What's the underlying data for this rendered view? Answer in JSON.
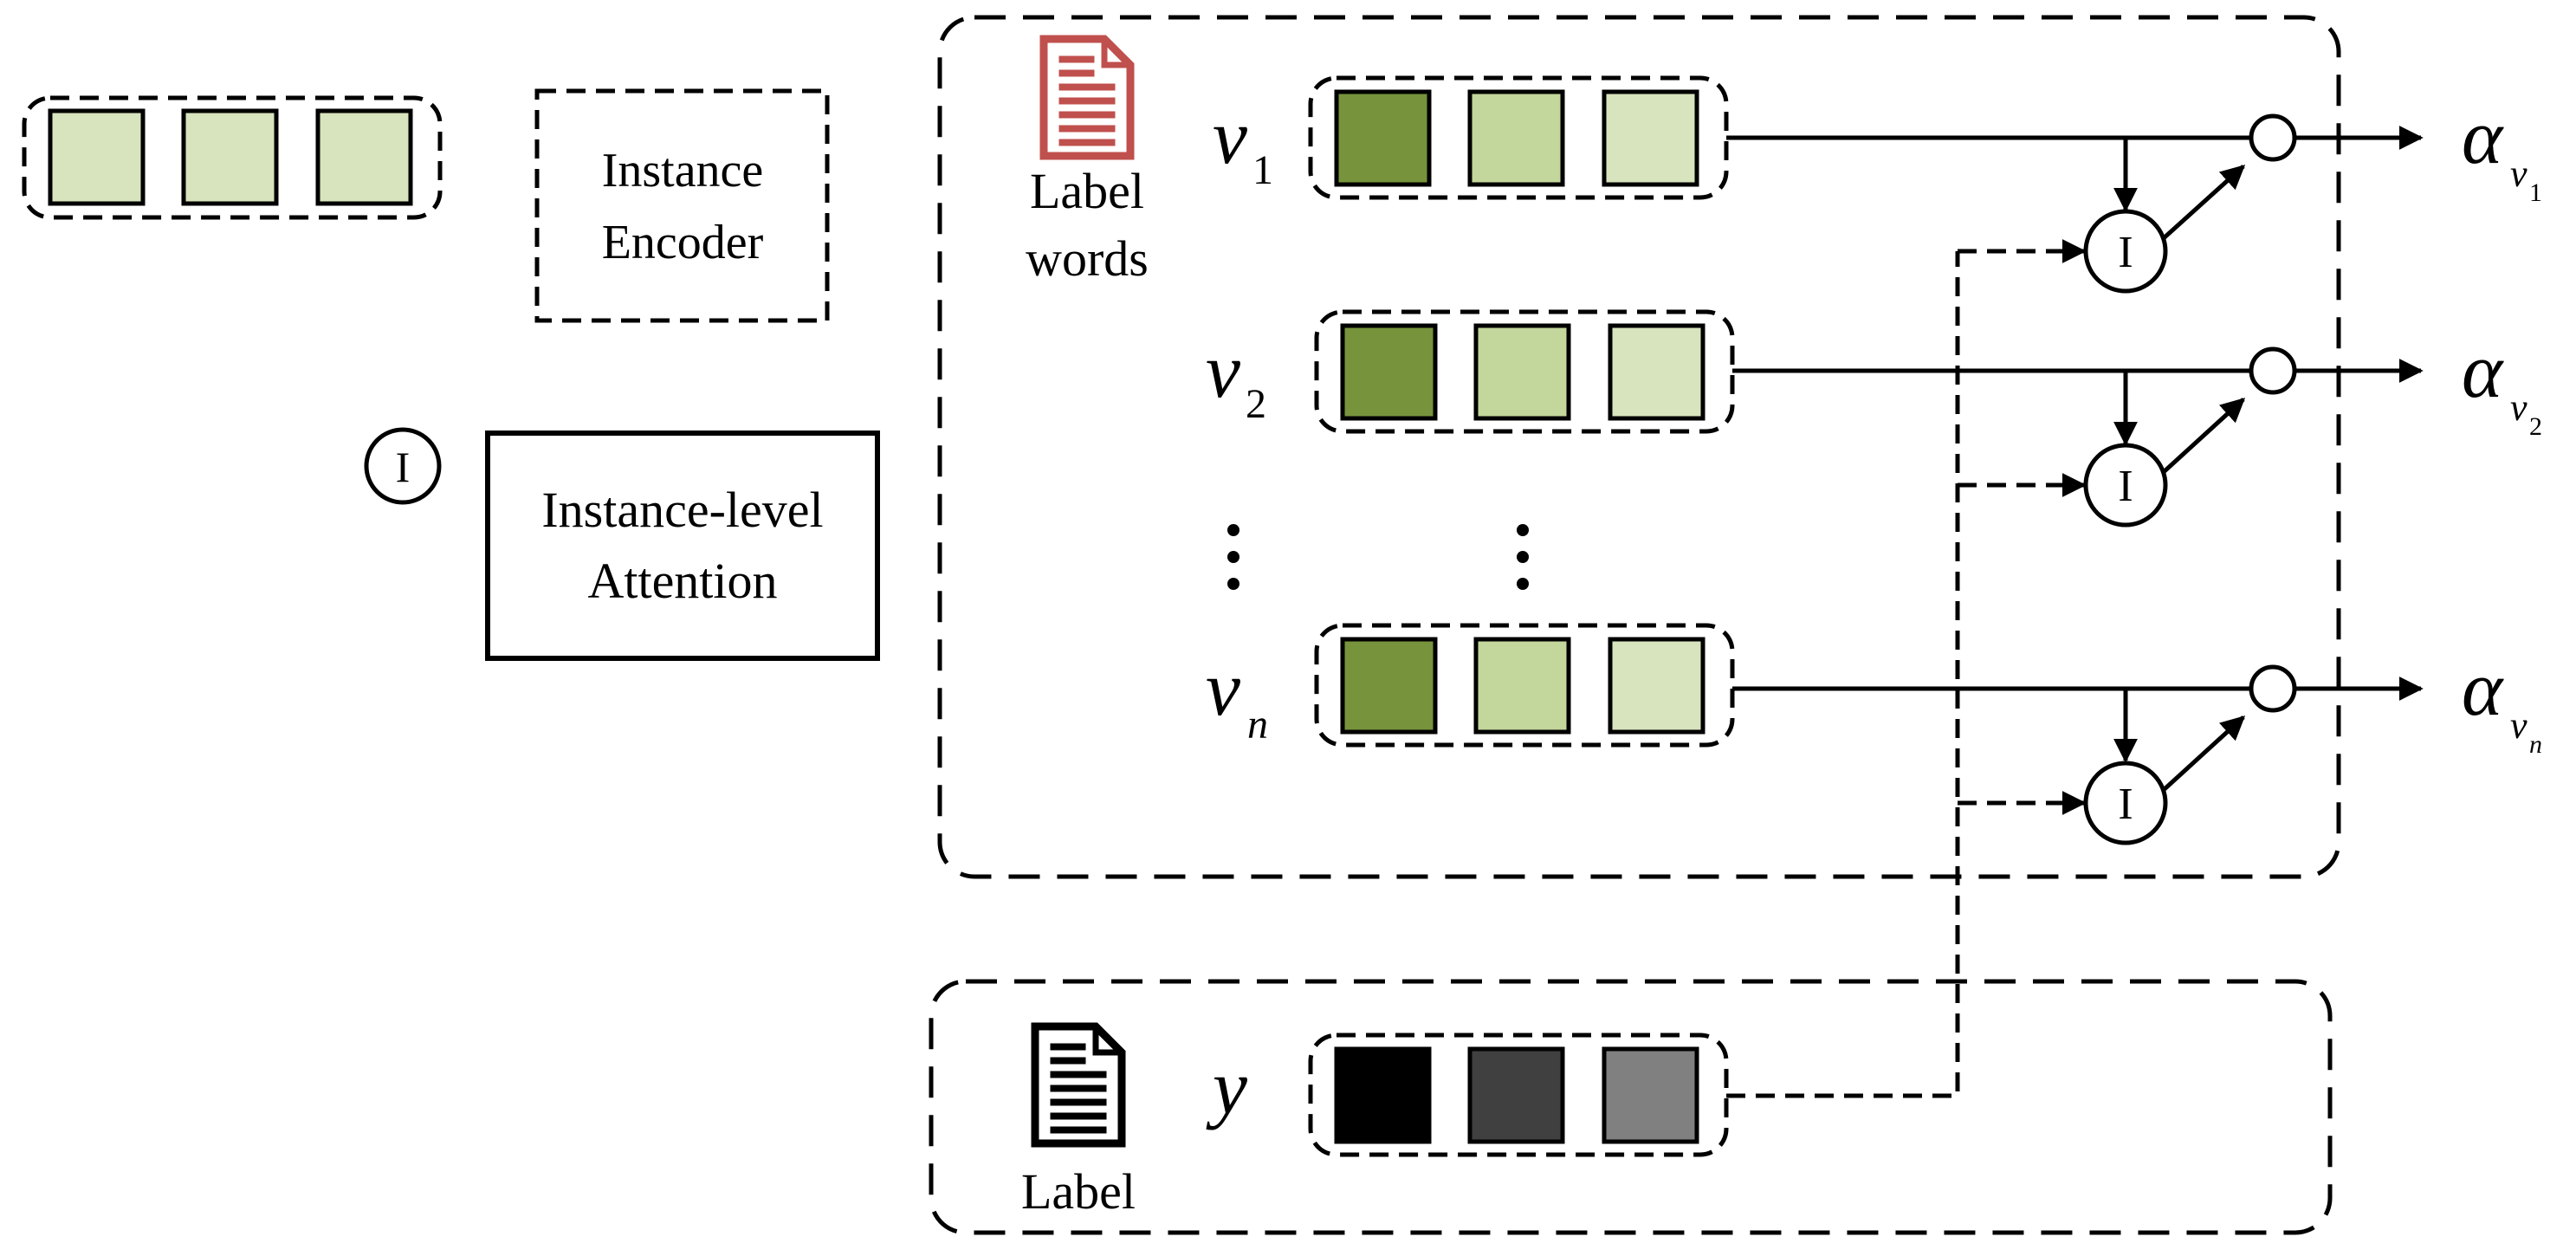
{
  "legend": {
    "encoder_label_line1": "Instance",
    "encoder_label_line2": "Encoder",
    "attention_symbol": "I",
    "attention_label_line1": "Instance-level",
    "attention_label_line2": "Attention"
  },
  "label_words": {
    "icon": "document-icon",
    "icon_color": "#c0504d",
    "label_line1": "Label",
    "label_line2": "words",
    "rows": [
      {
        "var": "v",
        "sub": "1",
        "out_var": "α",
        "out_sub_var": "v",
        "out_sub_idx": "1"
      },
      {
        "var": "v",
        "sub": "2",
        "out_var": "α",
        "out_sub_var": "v",
        "out_sub_idx": "2"
      },
      {
        "var": "v",
        "sub": "n",
        "out_var": "α",
        "out_sub_var": "v",
        "out_sub_idx": "n"
      }
    ],
    "attention_symbol": "I",
    "cell_colors": [
      "#77933c",
      "#c3d69b",
      "#d7e4bd"
    ]
  },
  "label": {
    "icon": "document-icon",
    "icon_color": "#000000",
    "text": "Label",
    "var": "y",
    "cell_colors": [
      "#000000",
      "#404040",
      "#808080"
    ]
  },
  "encoder_cell_color": "#d7e4bd"
}
